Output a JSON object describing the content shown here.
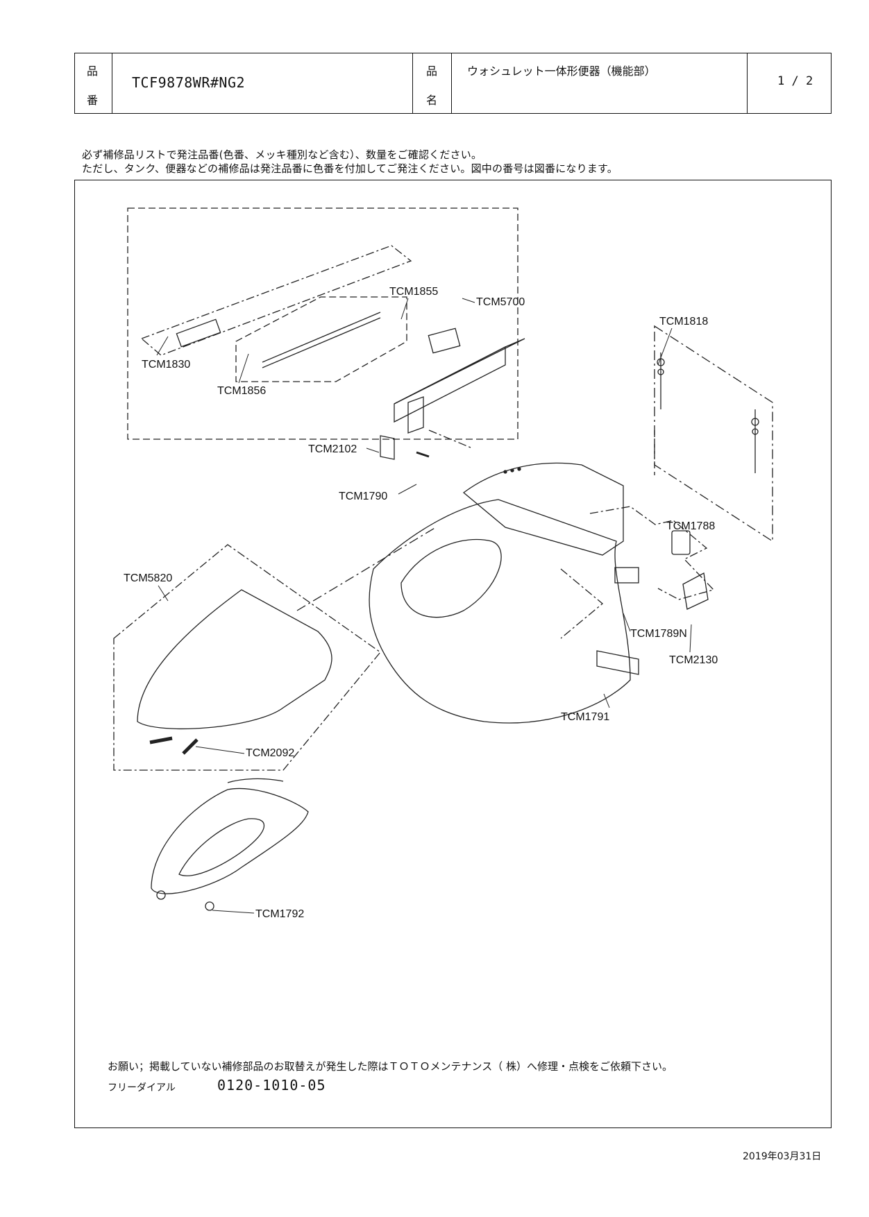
{
  "header": {
    "hinban_label_1": "品",
    "hinban_label_2": "番",
    "part_number": "TCF9878WR#NG2",
    "hinmei_label_1": "品",
    "hinmei_label_2": "名",
    "product_name": "ウォシュレット一体形便器（機能部）",
    "page": "1 / 2"
  },
  "notice": {
    "line1": "必ず補修品リストで発注品番(色番、メッキ種別など含む）、数量をご確認ください。",
    "line2": "ただし、タンク、便器などの補修品は発注品番に色番を付加してご発注ください。図中の番号は図番になります。"
  },
  "parts": {
    "tcm1830": "TCM1830",
    "tcm1856": "TCM1856",
    "tcm1855": "TCM1855",
    "tcm5700": "TCM5700",
    "tcm1818": "TCM1818",
    "tcm2102": "TCM2102",
    "tcm1790": "TCM1790",
    "tcm1788": "TCM1788",
    "tcm5820": "TCM5820",
    "tcm1789n": "TCM1789N",
    "tcm2130": "TCM2130",
    "tcm1791": "TCM1791",
    "tcm2092": "TCM2092",
    "tcm1792": "TCM1792"
  },
  "footer": {
    "request": "お願い；掲載していない補修部品のお取替えが発生した際はＴＯＴＯメンテナンス（ 株）へ修理・点検をご依頼下さい。",
    "dial_label": "フリーダイアル",
    "dial_number": "0120-1010-05",
    "date": "2019年03月31日"
  }
}
